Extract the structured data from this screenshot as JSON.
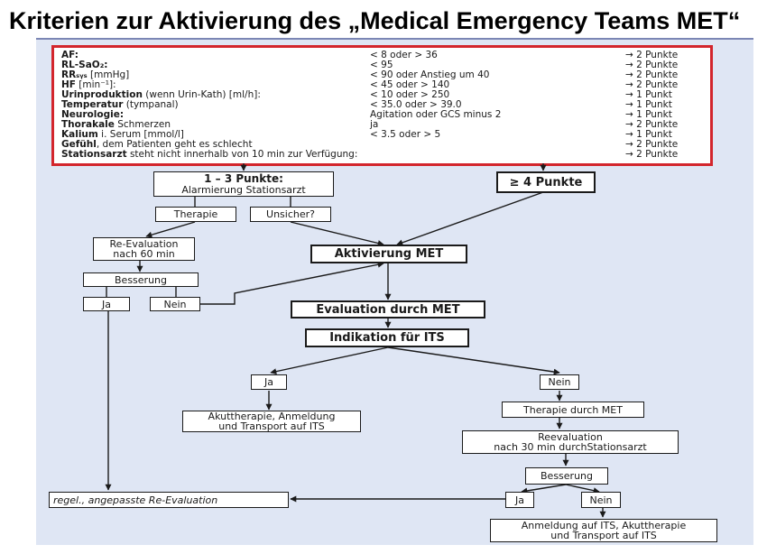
{
  "title": "Kriterien zur Aktivierung des „Medical Emergency Teams MET“",
  "criteria": [
    {
      "name_bold": "AF:",
      "name_rest": "",
      "value": "< 8 oder > 36",
      "points": "→ 2 Punkte"
    },
    {
      "name_bold": "RL-SaO₂:",
      "name_rest": "",
      "value": "< 95",
      "points": "→ 2 Punkte"
    },
    {
      "name_bold": "RRₛᵧₛ",
      "name_rest": " [mmHg]",
      "value": "< 90 oder Anstieg um 40",
      "points": "→ 2 Punkte"
    },
    {
      "name_bold": "HF",
      "name_rest": " [min⁻¹]:",
      "value": "< 45 oder > 140",
      "points": "→ 2 Punkte"
    },
    {
      "name_bold": "Urinproduktion",
      "name_rest": " (wenn Urin-Kath) [ml/h]:",
      "value": "< 10 oder > 250",
      "points": "→ 1 Punkt"
    },
    {
      "name_bold": "Temperatur",
      "name_rest": " (tympanal)",
      "value": "< 35.0 oder > 39.0",
      "points": "→ 1 Punkt"
    },
    {
      "name_bold": "Neurologie:",
      "name_rest": "",
      "value": "Agitation oder GCS minus 2",
      "points": "→ 1 Punkt"
    },
    {
      "name_bold": "Thorakale",
      "name_rest": " Schmerzen",
      "value": "ja",
      "points": "→ 2 Punkte"
    },
    {
      "name_bold": "Kalium",
      "name_rest": " i. Serum [mmol/l]",
      "value": "< 3.5 oder > 5",
      "points": "→ 1 Punkt"
    },
    {
      "name_bold": "Gefühl",
      "name_rest": ", dem Patienten geht es schlecht",
      "value": "",
      "points": "→ 2 Punkte"
    },
    {
      "name_bold": "Stationsarzt",
      "name_rest": " steht nicht innerhalb von 10 min zur Verfügung:",
      "value": "",
      "points": "→ 2 Punkte"
    }
  ],
  "flow": {
    "points_1_3_title": "1 – 3 Punkte:",
    "points_1_3_sub": "Alarmierung Stationsarzt",
    "points_4": "≥ 4 Punkte",
    "therapie": "Therapie",
    "unsicher": "Unsicher?",
    "reeval_60_l1": "Re-Evaluation",
    "reeval_60_l2": "nach 60 min",
    "besserung_1": "Besserung",
    "ja_1": "Ja",
    "nein_1": "Nein",
    "aktivierung": "Aktivierung MET",
    "evaluation": "Evaluation durch MET",
    "indikation": "Indikation für ITS",
    "ja_2": "Ja",
    "nein_2": "Nein",
    "akut_l1": "Akuttherapie, Anmeldung",
    "akut_l2": "und Transport auf ITS",
    "therapie_met": "Therapie durch MET",
    "reeval_30_l1": "Reevaluation",
    "reeval_30_l2": "nach 30 min durchStationsarzt",
    "besserung_2": "Besserung",
    "ja_3": "Ja",
    "nein_3": "Nein",
    "regel": "regel., angepasste Re-Evaluation",
    "anmeldung_l1": "Anmeldung auf ITS, Akuttherapie",
    "anmeldung_l2": "und Transport auf ITS"
  }
}
